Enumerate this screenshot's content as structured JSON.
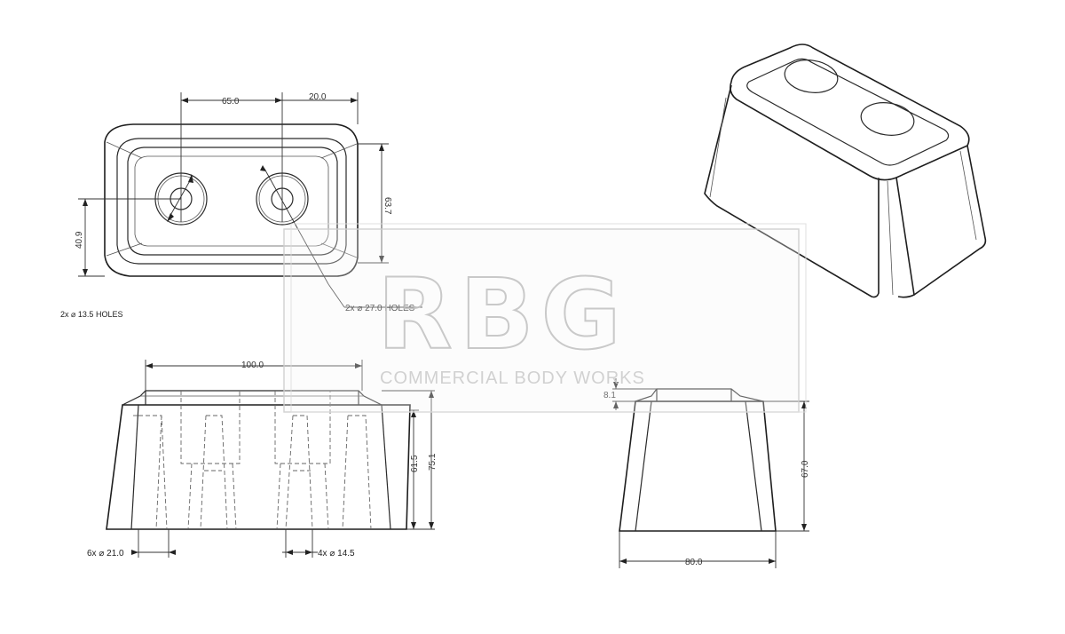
{
  "top_view": {
    "dim_hole_spacing": "65.0",
    "dim_hole_offset": "20.0",
    "dim_height": "63.7",
    "dim_offset_side": "40.9",
    "note_large_holes": "2x ⌀ 27.0 HOLES",
    "note_small_holes": "2x ⌀ 13.5 HOLES"
  },
  "front_view": {
    "dim_length": "100.0",
    "dim_height_inner": "61.5",
    "dim_height_total": "75.1",
    "note_bottom_left": "6x ⌀ 21.0",
    "note_bottom_right": "4x ⌀ 14.5"
  },
  "side_view": {
    "dim_lip": "8.1",
    "dim_height": "67.0",
    "dim_width": "80.0"
  },
  "watermark": {
    "logo_text": "RBG",
    "tagline": "COMMERCIAL BODY WORKS"
  }
}
